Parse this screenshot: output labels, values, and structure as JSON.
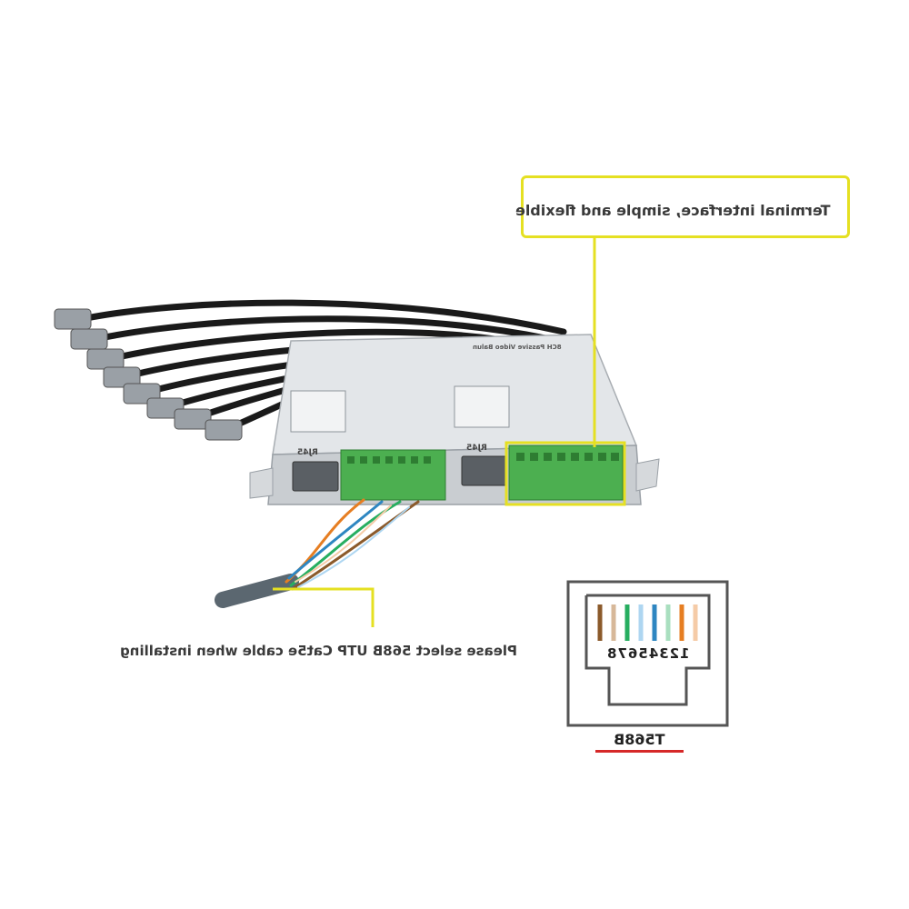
{
  "callouts": {
    "terminal": "Terminal interface, simple and flexible",
    "cable": "Please select 568B UTP Cat5e cable when installing"
  },
  "device": {
    "top_label": "8CH Passive Video Balun",
    "rj45_left": "RJ45",
    "rj45_right": "RJ45"
  },
  "connector": {
    "pin_numbers": "12345678",
    "standard": "T568B"
  },
  "colors": {
    "callout": "#e5e022",
    "housing": "#d9dcdf",
    "terminal": "#4caf50",
    "underline": "#d62828"
  }
}
